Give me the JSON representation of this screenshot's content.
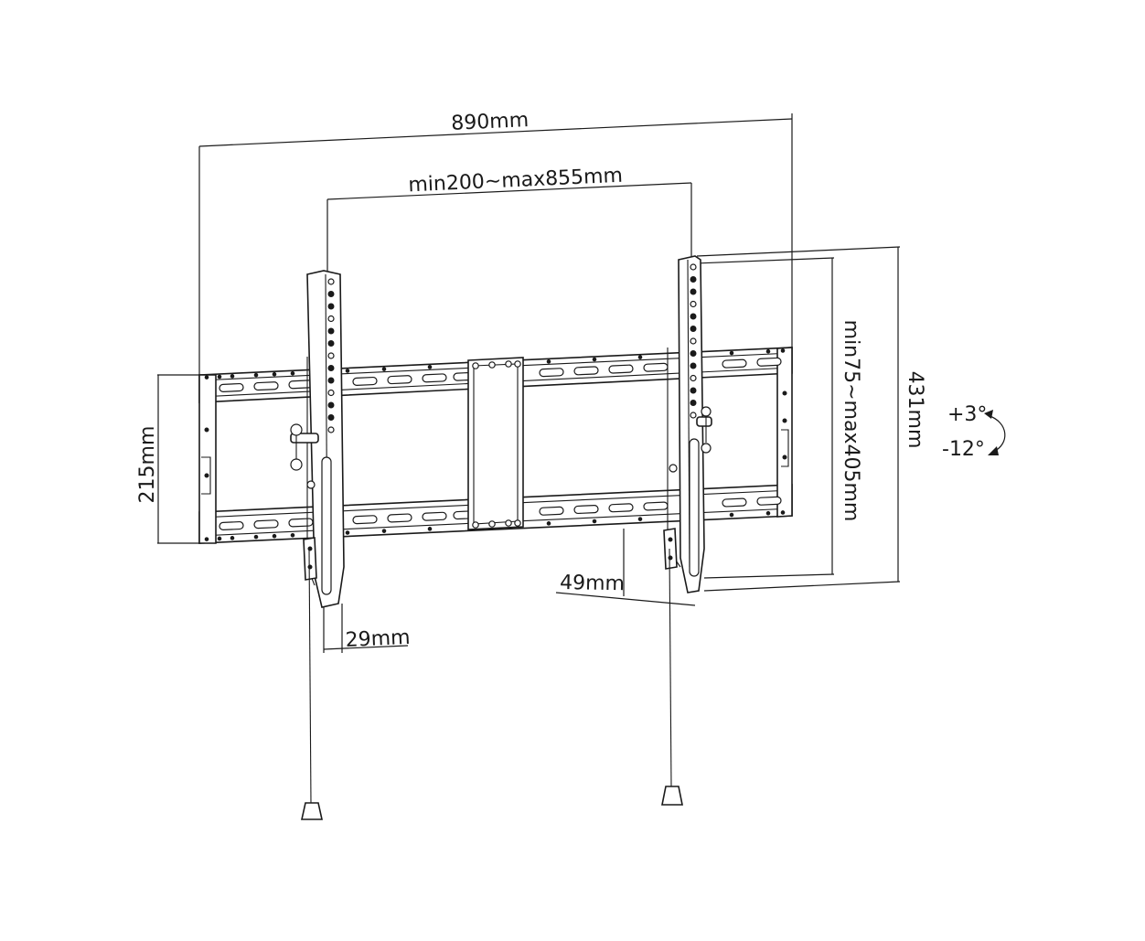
{
  "diagram": {
    "dimensions": {
      "overall_width": "890mm",
      "vesa_width": "min200~max855mm",
      "vesa_height": "min75~max405mm",
      "overall_height": "431mm",
      "rail_height": "215mm",
      "arm_width": "29mm",
      "wall_depth": "49mm"
    },
    "tilt": {
      "up": "+3°",
      "down": "-12°"
    }
  }
}
